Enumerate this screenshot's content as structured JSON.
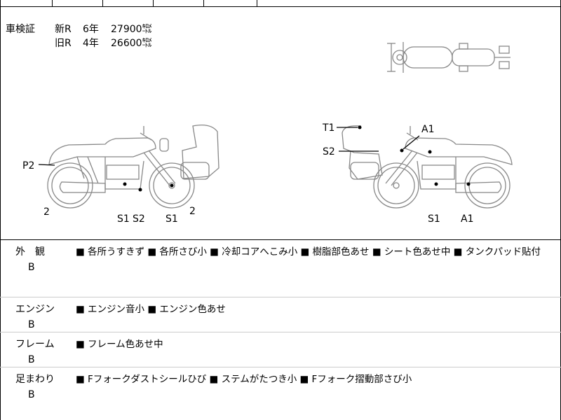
{
  "inspection": {
    "label": "車検証",
    "rows": [
      {
        "type": "新R",
        "years": "6年",
        "km": "27900㌖"
      },
      {
        "type": "旧R",
        "years": "4年",
        "km": "26600㌖"
      }
    ]
  },
  "diagram": {
    "left_labels": {
      "p2": "P2",
      "num_a": "2",
      "s1a": "S1",
      "s2a": "S2",
      "s1b": "S1",
      "num_b": "2"
    },
    "right_labels": {
      "t1": "T1",
      "a1a": "A1",
      "s2": "S2",
      "s1": "S1",
      "a1b": "A1"
    }
  },
  "sections": [
    {
      "name": "外　観",
      "grade": "B",
      "notes": "■ 各所うすきず ■ 各所さび小 ■ 冷却コアへこみ小 ■ 樹脂部色あせ ■ シート色あせ中 ■ タンクパッド貼付"
    },
    {
      "name": "エンジン",
      "grade": "B",
      "notes": "■ エンジン音小 ■ エンジン色あせ"
    },
    {
      "name": "フレーム",
      "grade": "B",
      "notes": "■ フレーム色あせ中"
    },
    {
      "name": "足まわり",
      "grade": "B",
      "notes": "■ Fフォークダストシールひび ■ ステムがたつき小 ■ Fフォーク摺動部さび小"
    }
  ]
}
